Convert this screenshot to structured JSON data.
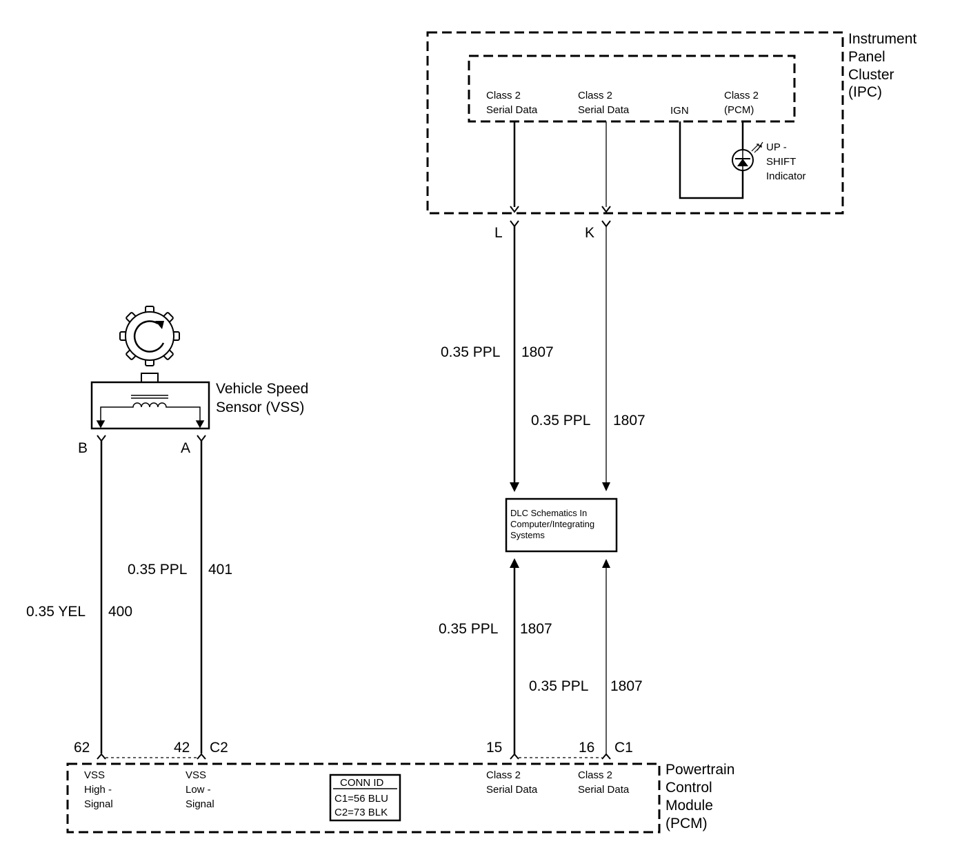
{
  "ipc": {
    "title": [
      "Instrument",
      "Panel",
      "Cluster",
      "(IPC)"
    ],
    "pins": [
      {
        "line1": "Class 2",
        "line2": "Serial Data"
      },
      {
        "line1": "Class 2",
        "line2": "Serial Data"
      },
      {
        "line1": "",
        "line2": "IGN"
      },
      {
        "line1": "Class 2",
        "line2": "(PCM)"
      }
    ],
    "indicator": [
      "UP -",
      "SHIFT",
      "Indicator"
    ],
    "connector_letters": [
      "L",
      "K"
    ]
  },
  "vss": {
    "title": [
      "Vehicle Speed",
      "Sensor (VSS)"
    ],
    "pin_letters": [
      "B",
      "A"
    ]
  },
  "wires": {
    "vss_high": {
      "gauge": "0.35 YEL",
      "circuit": "400"
    },
    "vss_low": {
      "gauge": "0.35 PPL",
      "circuit": "401"
    },
    "ipc_l": {
      "gauge": "0.35 PPL",
      "circuit": "1807"
    },
    "ipc_k": {
      "gauge": "0.35 PPL",
      "circuit": "1807"
    },
    "pcm_15": {
      "gauge": "0.35 PPL",
      "circuit": "1807"
    },
    "pcm_16": {
      "gauge": "0.35 PPL",
      "circuit": "1807"
    }
  },
  "dlc": {
    "text": [
      "DLC Schematics In",
      "Computer/Integrating",
      "Systems"
    ]
  },
  "pcm": {
    "title": [
      "Powertrain",
      "Control",
      "Module",
      "(PCM)"
    ],
    "pin_numbers": [
      "62",
      "42",
      "15",
      "16"
    ],
    "connector_ids": [
      "C2",
      "C1"
    ],
    "pins": [
      {
        "line1": "VSS",
        "line2": "High -",
        "line3": "Signal"
      },
      {
        "line1": "VSS",
        "line2": "Low -",
        "line3": "Signal"
      },
      {
        "line1": "Class 2",
        "line2": "Serial Data",
        "line3": ""
      },
      {
        "line1": "Class 2",
        "line2": "Serial Data",
        "line3": ""
      }
    ],
    "conn_id": {
      "header": "CONN ID",
      "lines": [
        "C1=56 BLU",
        "C2=73 BLK"
      ]
    }
  }
}
